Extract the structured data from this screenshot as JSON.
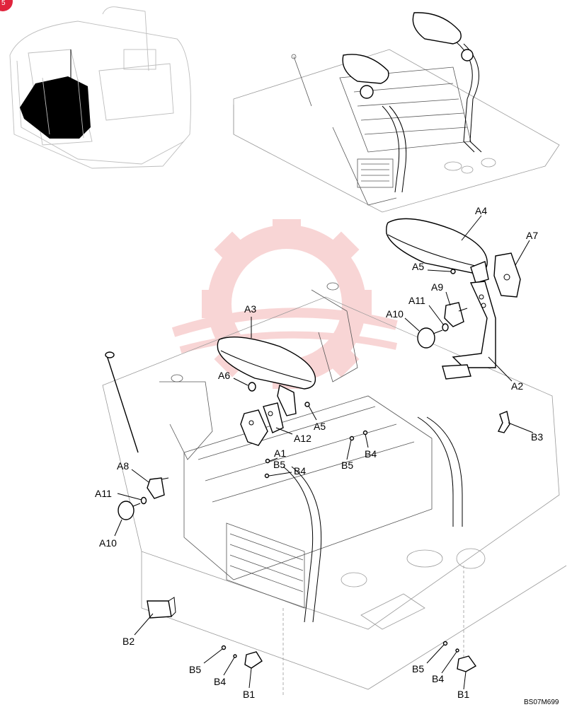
{
  "drawing_ref": "BS07M699",
  "page_badge": "5",
  "brand_colors": {
    "badge": "#e0243c",
    "watermark": "#f3b4b4"
  },
  "labels": {
    "A1": "A1",
    "A2": "A2",
    "A3": "A3",
    "A4": "A4",
    "A5": "A5",
    "A5b": "A5",
    "A6": "A6",
    "A7": "A7",
    "A8": "A8",
    "A9": "A9",
    "A10": "A10",
    "A10b": "A10",
    "A11": "A11",
    "A11b": "A11",
    "A12": "A12",
    "B1": "B1",
    "B1b": "B1",
    "B2": "B2",
    "B3": "B3",
    "B4": "B4",
    "B4b": "B4",
    "B4c": "B4",
    "B4d": "B4",
    "B5": "B5",
    "B5b": "B5",
    "B5c": "B5",
    "B5d": "B5"
  }
}
